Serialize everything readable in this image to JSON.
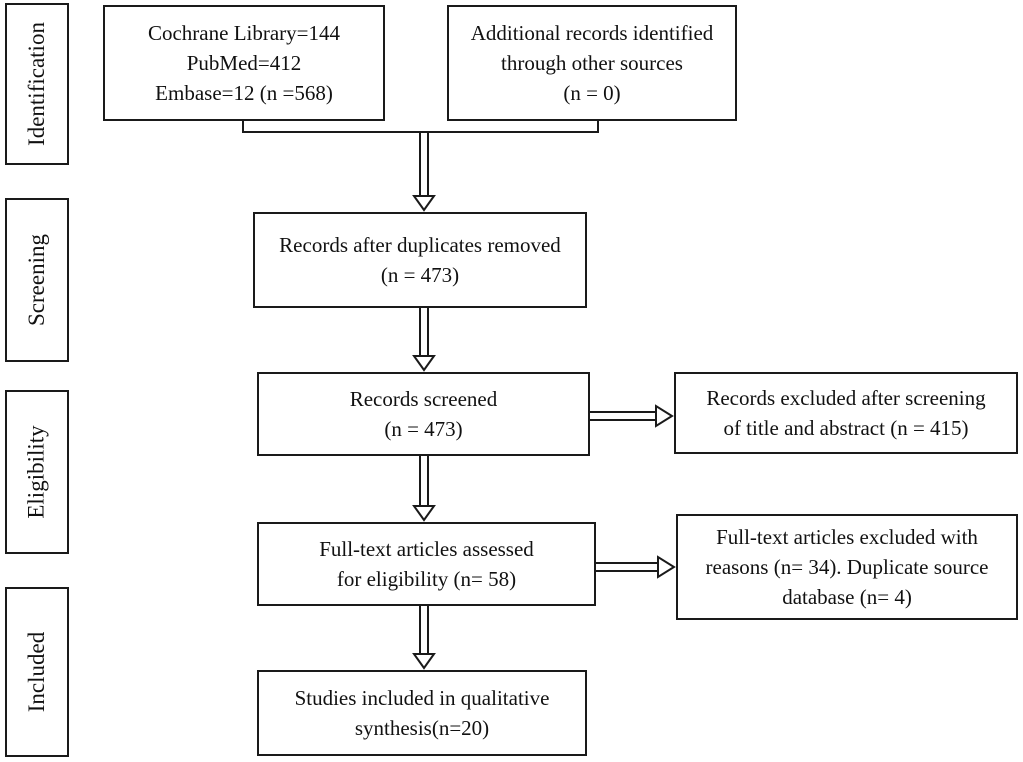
{
  "stages": {
    "identification": "Identification",
    "screening": "Screening",
    "eligibility": "Eligibility",
    "included": "Included"
  },
  "boxes": {
    "databases": [
      "Cochrane Library=144",
      "PubMed=412",
      "Embase=12 (n =568)"
    ],
    "other_sources": [
      "Additional records identified",
      "through other sources",
      "(n = 0)"
    ],
    "duplicates_removed": [
      "Records after duplicates removed",
      "(n = 473)"
    ],
    "screened": [
      "Records screened",
      "(n = 473)"
    ],
    "excluded_screening": [
      "Records excluded after screening",
      "of title and abstract (n = 415)"
    ],
    "fulltext_assessed": [
      "Full-text articles assessed",
      "for eligibility (n= 58)"
    ],
    "fulltext_excluded": [
      "Full-text articles excluded with",
      "reasons (n= 34). Duplicate source",
      "database (n= 4)"
    ],
    "included_studies": [
      "Studies included in qualitative",
      "synthesis(n=20)"
    ]
  }
}
